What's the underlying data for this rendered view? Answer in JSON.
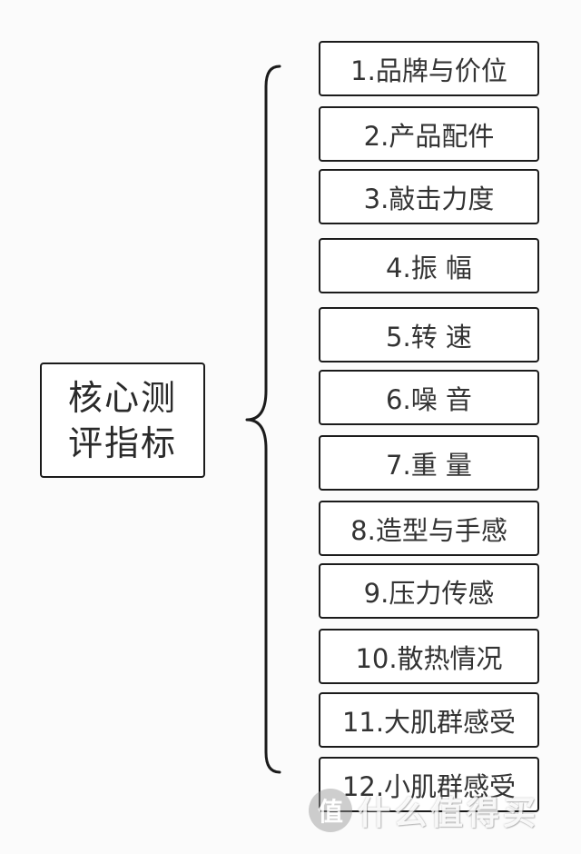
{
  "root": {
    "line1": "核心测",
    "line2": "评指标"
  },
  "items": [
    "1.品牌与价位",
    "2.产品配件",
    "3.敲击力度",
    "4.振 幅",
    "5.转 速",
    "6.噪 音",
    "7.重 量",
    "8.造型与手感",
    "9.压力传感",
    "10.散热情况",
    "11.大肌群感受",
    "12.小肌群感受"
  ],
  "watermark": {
    "logo_glyph": "值",
    "text": "什么值得买"
  },
  "colors": {
    "border": "#1b1b1b",
    "text": "#333333",
    "background": "#fbfbfb"
  }
}
